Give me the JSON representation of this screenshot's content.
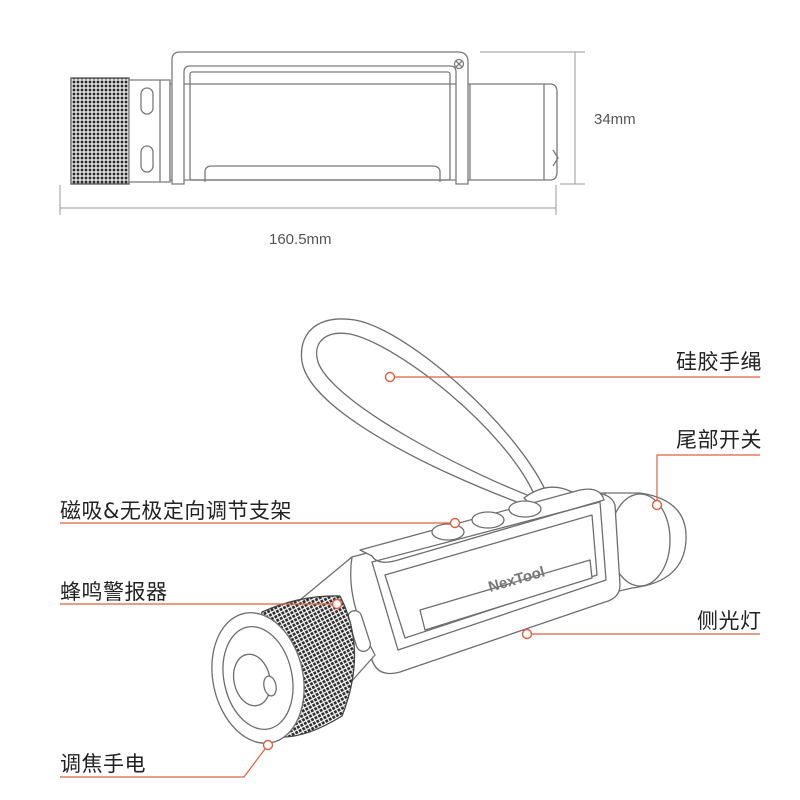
{
  "dimensions": {
    "length": "160.5mm",
    "height": "34mm"
  },
  "brand_mark": "NexTool",
  "callouts": {
    "silicone_lanyard": "硅胶手绳",
    "tail_switch": "尾部开关",
    "magnetic_stand": "磁吸&无极定向调节支架",
    "buzzer_alarm": "蜂鸣警报器",
    "side_light": "侧光灯",
    "zoom_flashlight": "调焦手电"
  },
  "colors": {
    "leader_line": "#e0603a",
    "outline": "#7a7a7a",
    "dimension_line": "#9a9a9a",
    "text": "#222222"
  }
}
